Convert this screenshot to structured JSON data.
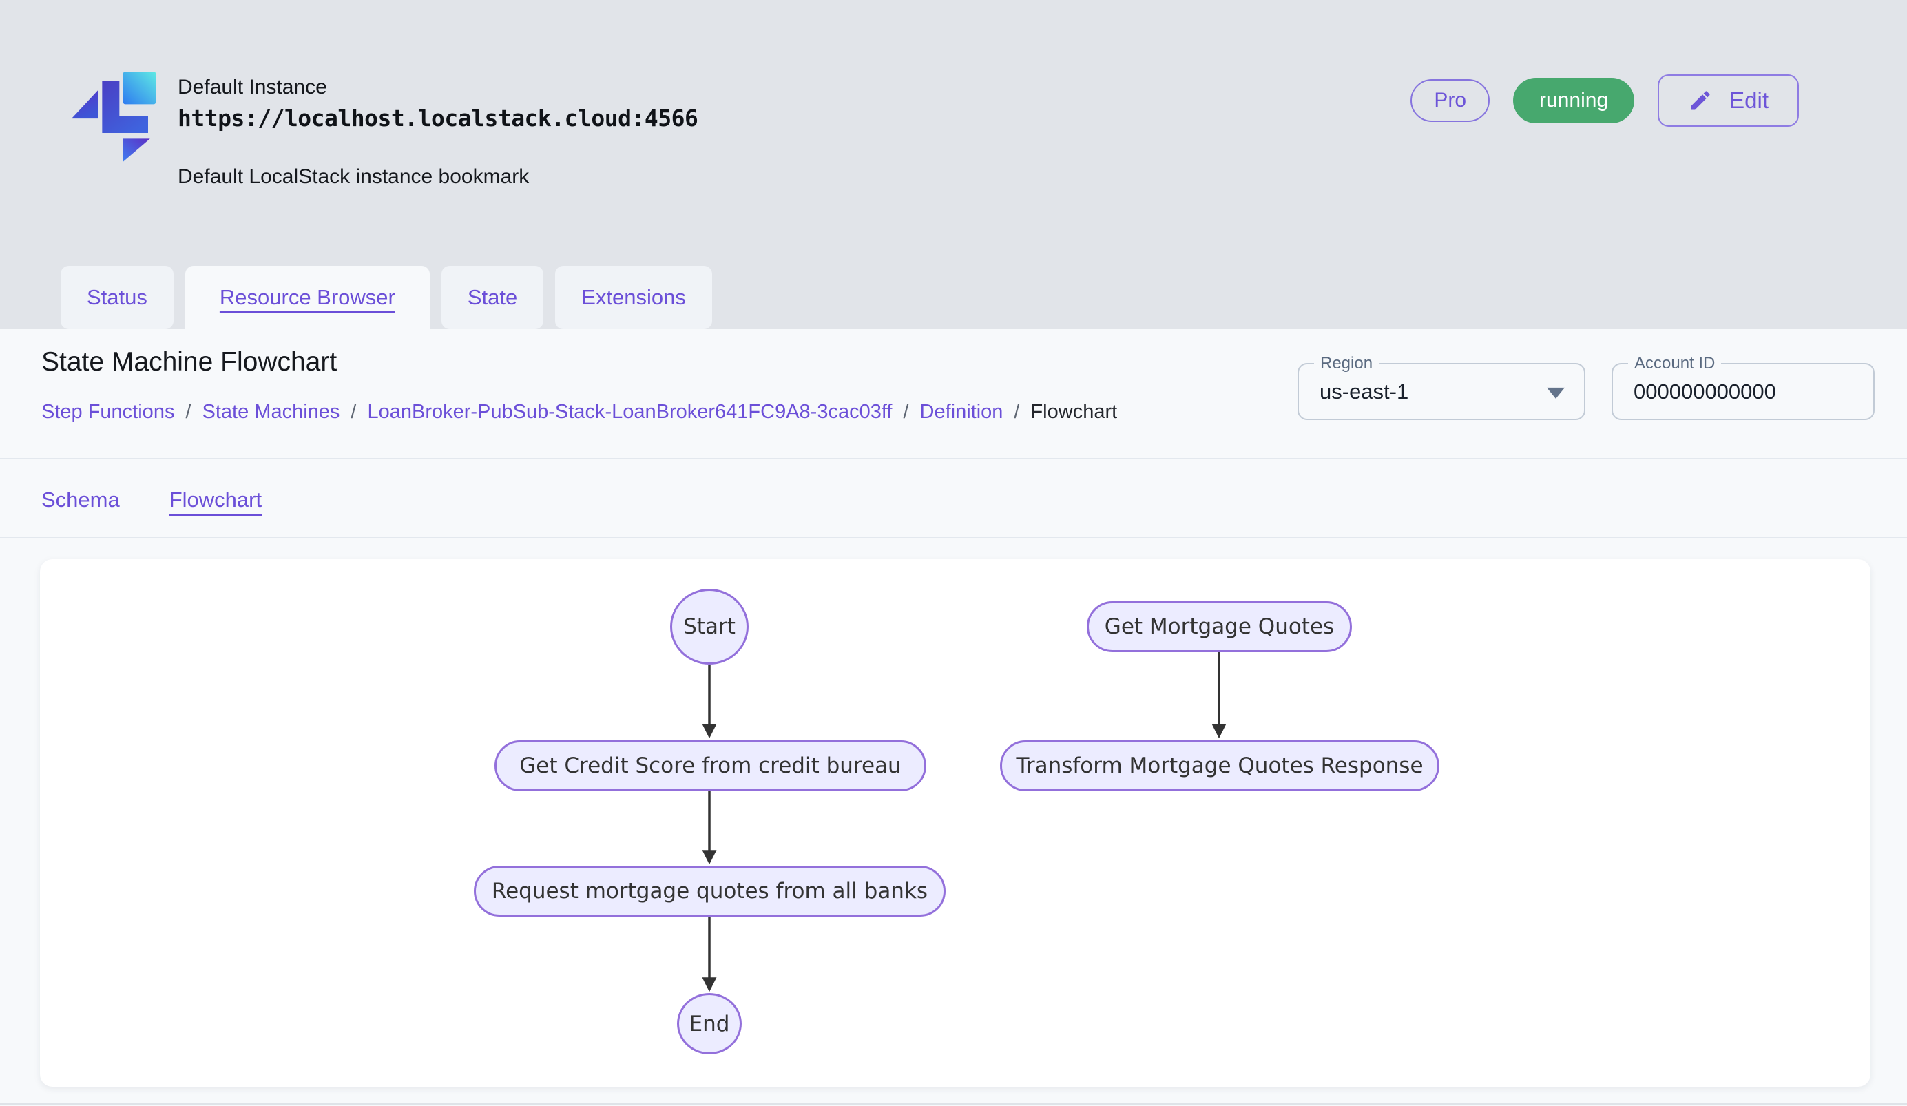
{
  "header": {
    "instance_name": "Default Instance",
    "instance_url": "https://localhost.localstack.cloud:4566",
    "instance_description": "Default LocalStack instance bookmark",
    "pro_badge": "Pro",
    "status_badge": "running",
    "edit_button": "Edit"
  },
  "tabs": [
    {
      "label": "Status"
    },
    {
      "label": "Resource Browser"
    },
    {
      "label": "State"
    },
    {
      "label": "Extensions"
    }
  ],
  "page": {
    "title": "State Machine Flowchart",
    "breadcrumb": [
      "Step Functions",
      "State Machines",
      "LoanBroker-PubSub-Stack-LoanBroker641FC9A8-3cac03ff",
      "Definition",
      "Flowchart"
    ],
    "breadcrumb_separator": "/",
    "region": {
      "label": "Region",
      "value": "us-east-1"
    },
    "account_id": {
      "label": "Account ID",
      "value": "000000000000"
    },
    "subtabs": [
      {
        "label": "Schema"
      },
      {
        "label": "Flowchart"
      }
    ]
  },
  "flowchart": {
    "nodes": [
      {
        "id": "start",
        "label": "Start",
        "shape": "ellipse"
      },
      {
        "id": "get-mortgage-quotes",
        "label": "Get Mortgage Quotes",
        "shape": "stadium"
      },
      {
        "id": "get-credit-score",
        "label": "Get Credit Score from credit bureau",
        "shape": "stadium"
      },
      {
        "id": "transform-mortgage-quotes-response",
        "label": "Transform Mortgage Quotes Response",
        "shape": "stadium"
      },
      {
        "id": "request-mortgage-quotes",
        "label": "Request mortgage quotes from all banks",
        "shape": "stadium"
      },
      {
        "id": "end",
        "label": "End",
        "shape": "ellipse"
      }
    ],
    "edges": [
      {
        "from": "Start",
        "to": "Get Credit Score from credit bureau"
      },
      {
        "from": "Get Credit Score from credit bureau",
        "to": "Request mortgage quotes from all banks"
      },
      {
        "from": "Request mortgage quotes from all banks",
        "to": "End"
      },
      {
        "from": "Get Mortgage Quotes",
        "to": "Transform Mortgage Quotes Response"
      }
    ]
  },
  "colors": {
    "accent_purple": "#6b4fd8",
    "badge_green": "#47a86e",
    "header_background": "#e1e4e9",
    "panel_background": "#f7f9fb",
    "node_fill": "#ECECFF",
    "node_stroke": "#9370DB",
    "edge_color": "#333333"
  }
}
